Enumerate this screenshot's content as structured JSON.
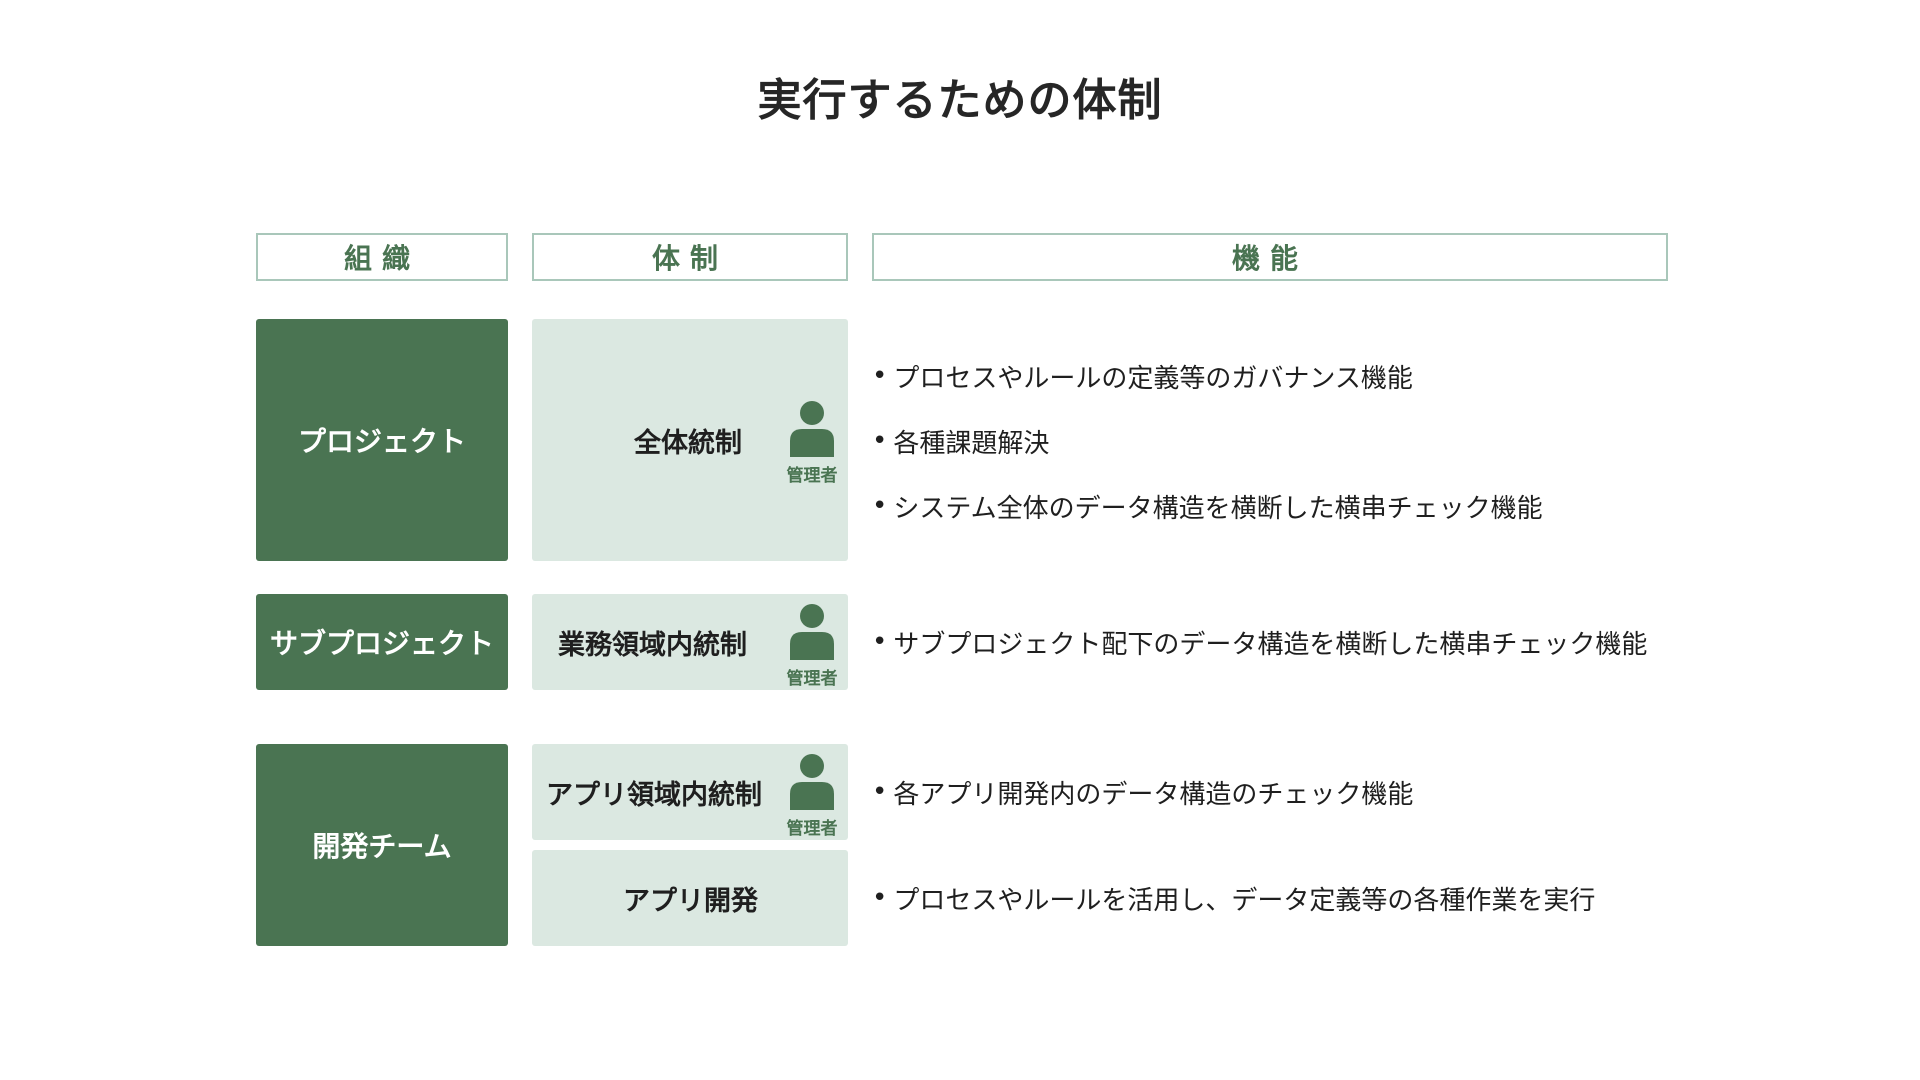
{
  "title": "実行するための体制",
  "headers": {
    "org": "組織",
    "sys": "体制",
    "func": "機能"
  },
  "manager_label": "管理者",
  "rows": {
    "project": {
      "org": "プロジェクト",
      "sys": "全体統制",
      "functions": [
        "プロセスやルールの定義等のガバナンス機能",
        "各種課題解決",
        "システム全体のデータ構造を横断した横串チェック機能"
      ]
    },
    "subproject": {
      "org": "サブプロジェクト",
      "sys": "業務領域内統制",
      "functions": [
        "サブプロジェクト配下のデータ構造を横断した横串チェック機能"
      ]
    },
    "devteam": {
      "org": "開発チーム",
      "sys_control": "アプリ領域内統制",
      "sys_dev": "アプリ開発",
      "functions_control": [
        "各アプリ開発内のデータ構造のチェック機能"
      ],
      "functions_dev": [
        "プロセスやルールを活用し、データ定義等の各種作業を実行"
      ]
    }
  },
  "colors": {
    "org_fill": "#4a7452",
    "sys_fill": "#dbe8e1",
    "header_border": "#a9c7ba",
    "accent_text": "#4a7452"
  },
  "icons": {
    "manager": "person-icon"
  }
}
